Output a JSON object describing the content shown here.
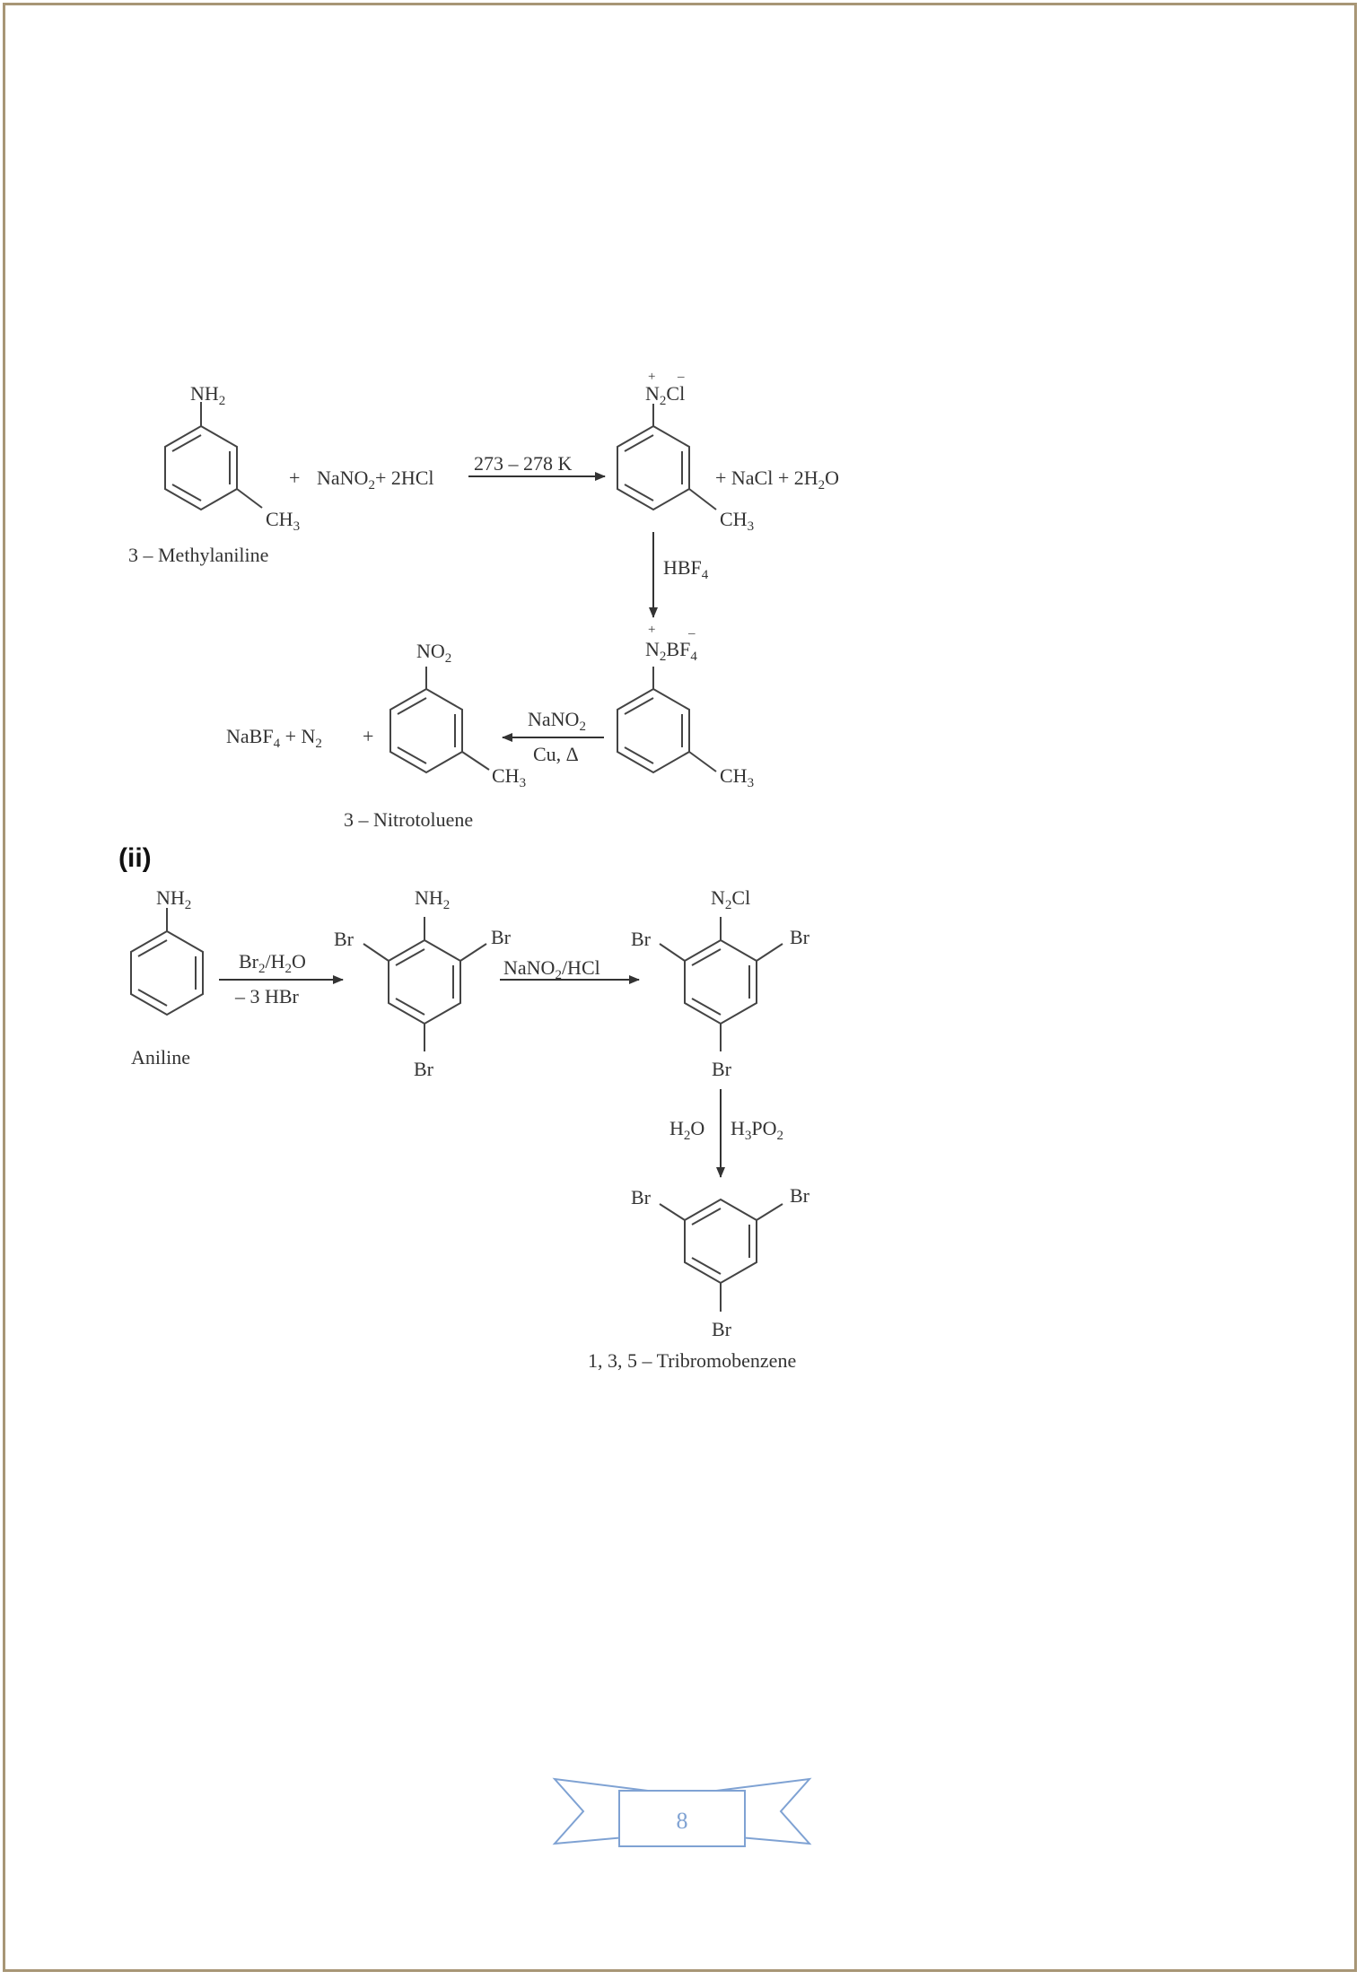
{
  "section_label": "(ii)",
  "page_number": "8",
  "scheme1": {
    "reactant_name": "3 – Methylaniline",
    "reactant_group": "NH",
    "reactant_group_sub": "2",
    "methyl": "CH",
    "methyl_sub": "3",
    "reagent_plus1": "+",
    "reagent_nano2": "NaNO",
    "reagent_nano2_sub": "2",
    "reagent_hcl": "+ 2HCl",
    "condition": "273 – 278 K",
    "diazonium": "N",
    "diazonium_sub": "2",
    "diazonium_cl": "Cl",
    "charge_plus": "+",
    "charge_minus": "–",
    "byproduct": "+ NaCl + 2H",
    "byproduct_sub": "2",
    "byproduct_o": "O",
    "reagent_hbf4": "HBF",
    "reagent_hbf4_sub": "4",
    "fluoroborate": "N",
    "fluoroborate_sub": "2",
    "fluoroborate_bf": "BF",
    "fluoroborate_bf_sub": "4",
    "reagent_nano2_b": "NaNO",
    "reagent_nano2_b_sub": "2",
    "reagent_cu": "Cu, Δ",
    "side_products": "NaBF",
    "side_products_sub": "4",
    "side_products_2": " +  N",
    "side_products_2_sub": "2",
    "side_products_plus": "+",
    "product_group": "NO",
    "product_group_sub": "2",
    "product_name": "3 – Nitrotoluene"
  },
  "scheme2": {
    "reactant_name": "Aniline",
    "reactant_group": "NH",
    "reactant_group_sub": "2",
    "reagent_br2": "Br",
    "reagent_br2_sub1": "2",
    "reagent_br2_mid": "/H",
    "reagent_br2_sub2": "2",
    "reagent_br2_end": "O",
    "byproduct_hbr": "– 3 HBr",
    "br": "Br",
    "reagent_diazo": "NaNO",
    "reagent_diazo_sub": "2",
    "reagent_diazo_end": "/HCl",
    "diazonium": "N",
    "diazonium_sub": "2",
    "diazonium_cl": "Cl",
    "reagent_water": "H",
    "reagent_water_sub": "2",
    "reagent_water_end": "O",
    "reagent_h3po2": "H",
    "reagent_h3po2_sub1": "3",
    "reagent_h3po2_mid": "PO",
    "reagent_h3po2_sub2": "2",
    "product_name": "1, 3, 5 – Tribromobenzene"
  },
  "colors": {
    "border": "#a89676",
    "ribbon": "#7fa2d3",
    "ink": "#333333"
  }
}
